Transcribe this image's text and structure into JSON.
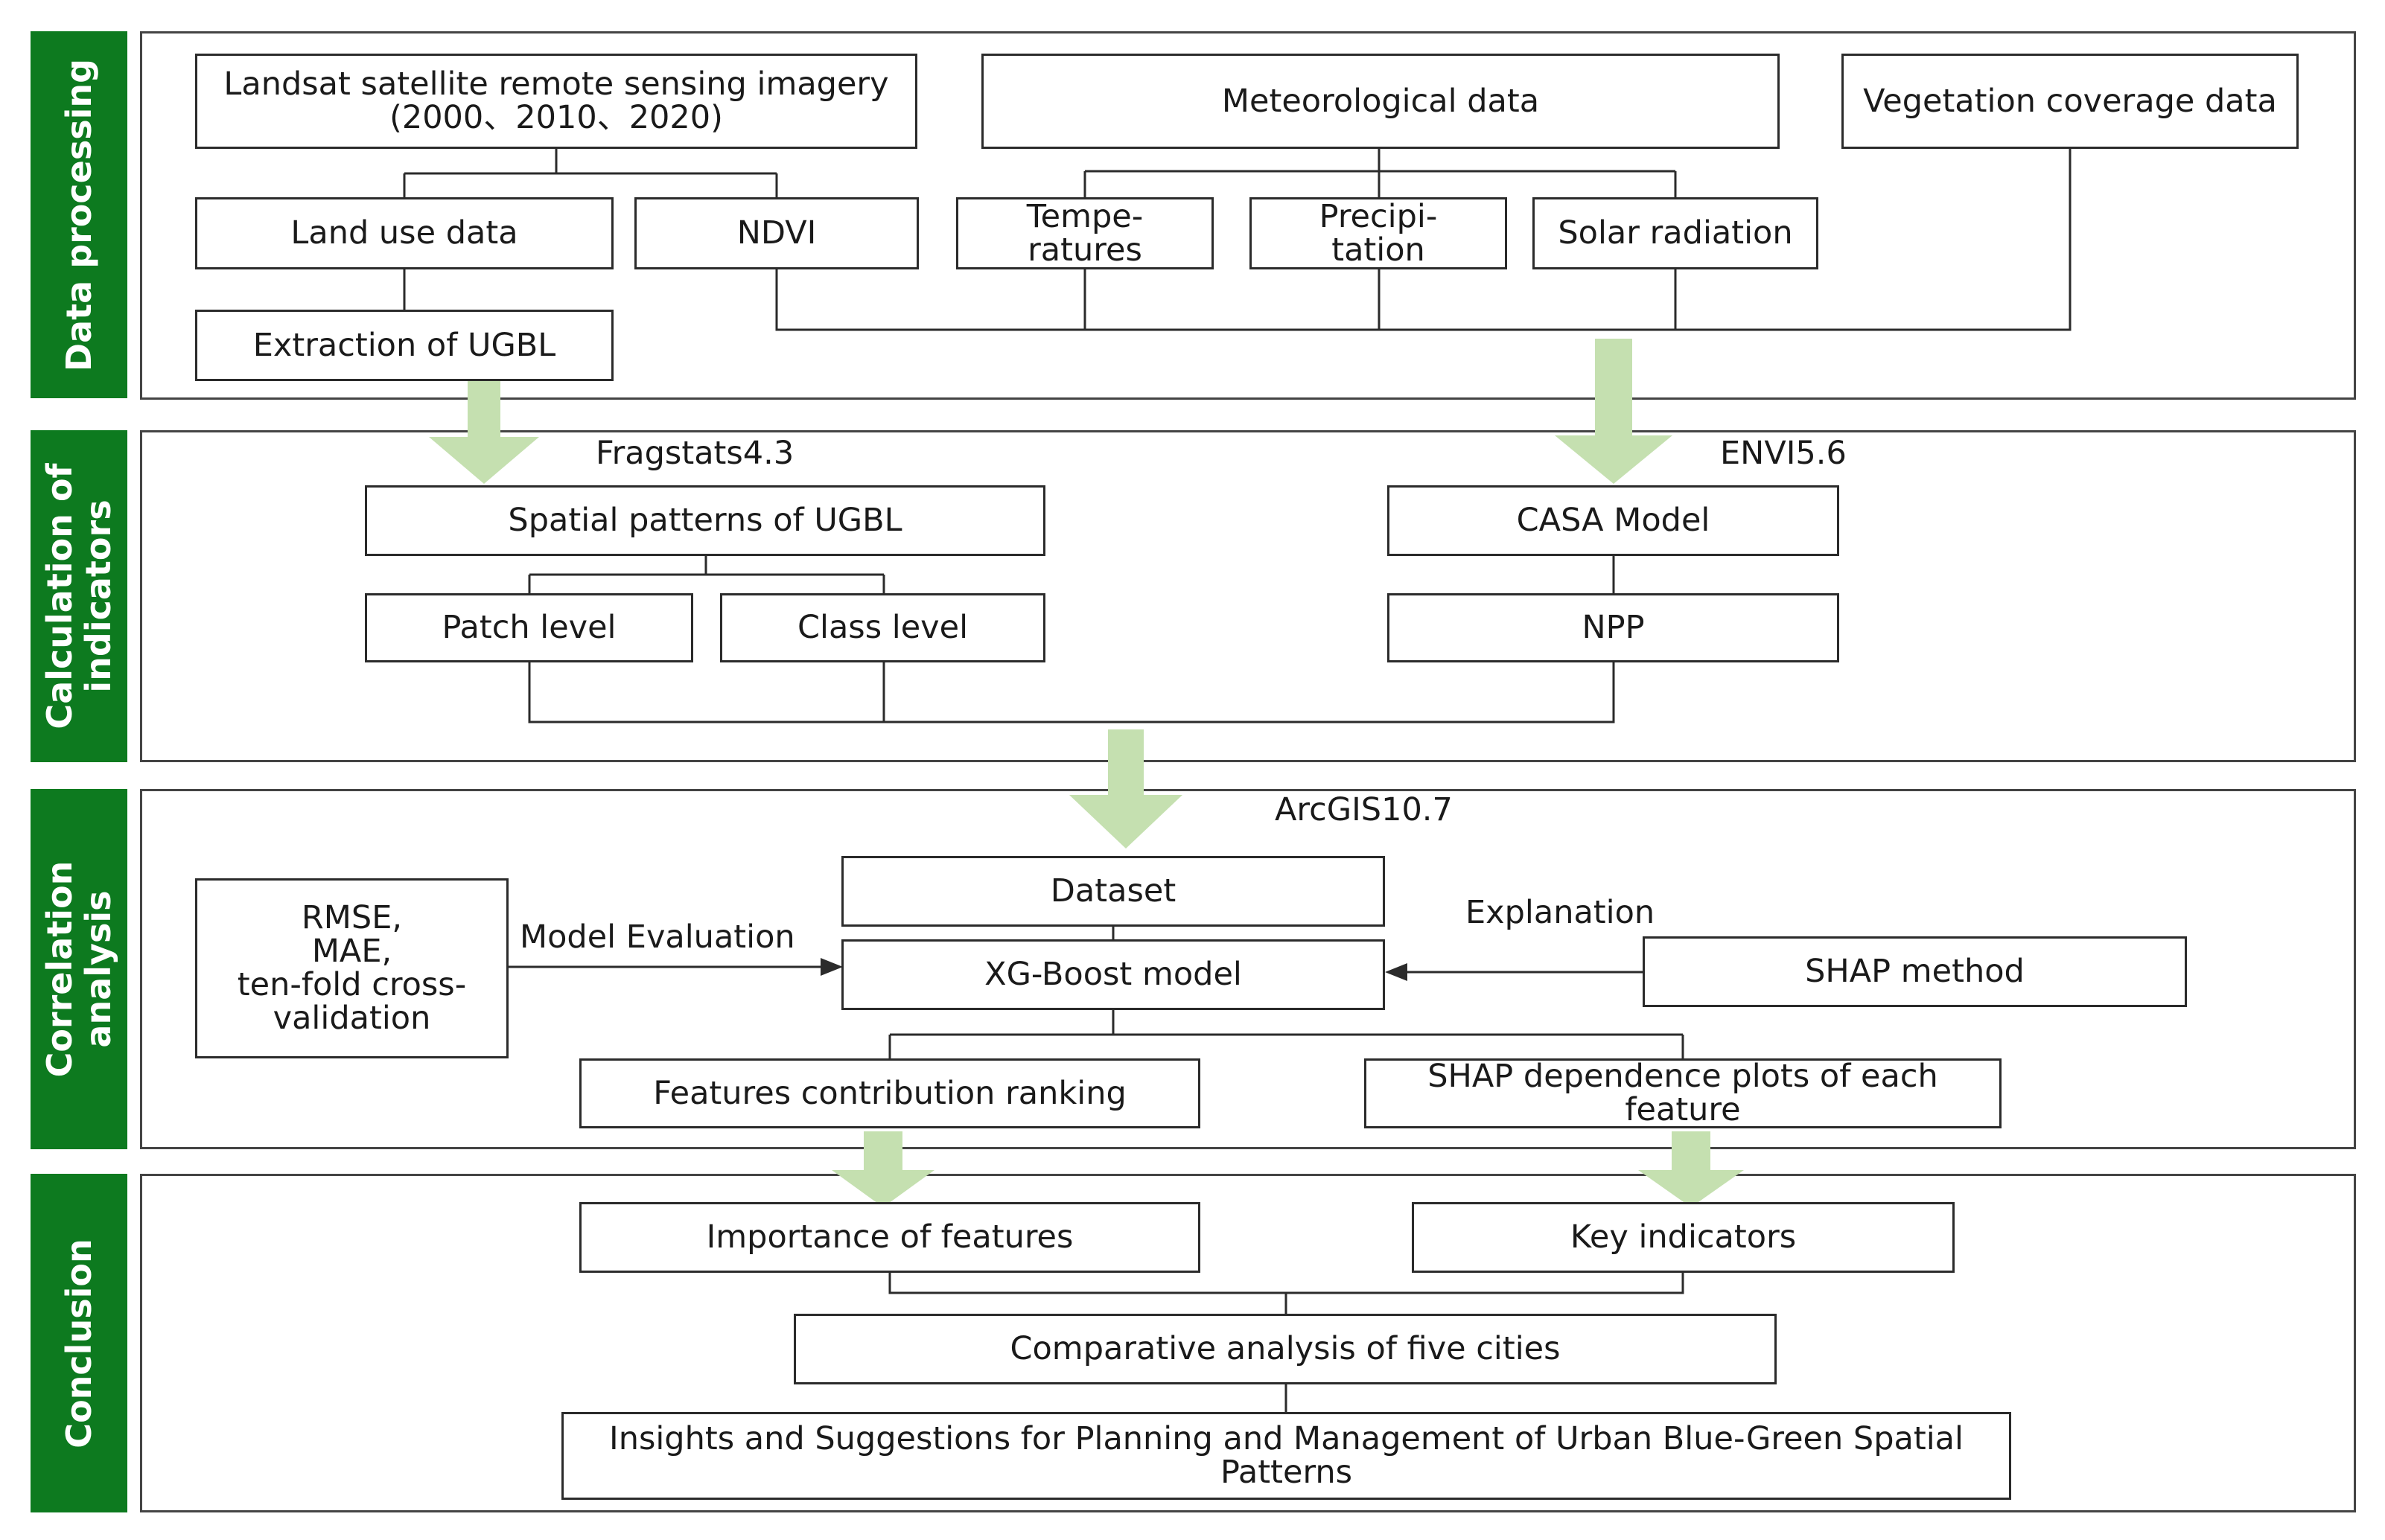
{
  "sections": {
    "data_processing": "Data processing",
    "calculation": "Calculation of\nindicators",
    "correlation": "Correlation\nanalysis",
    "conclusion": "Conclusion"
  },
  "boxes": {
    "landsat": "Landsat satellite remote sensing imagery\n(2000、2010、2020)",
    "meteorological": "Meteorological data",
    "vegetation": "Vegetation coverage data",
    "land_use": "Land use data",
    "ndvi": "NDVI",
    "temperatures": "Tempe-\nratures",
    "precipitation": "Precipi-\ntation",
    "solar": "Solar radiation",
    "extraction": "Extraction of UGBL",
    "spatial_patterns": "Spatial patterns of UGBL",
    "patch_level": "Patch level",
    "class_level": "Class level",
    "casa": "CASA Model",
    "npp": "NPP",
    "dataset": "Dataset",
    "xgboost": "XG-Boost model",
    "metrics": "RMSE,\nMAE,\nten-fold cross-\nvalidation",
    "shap_method": "SHAP method",
    "features_ranking": "Features contribution ranking",
    "shap_plots": "SHAP dependence plots of each\nfeature",
    "importance": "Importance of features",
    "key_indicators": "Key indicators",
    "comparative": "Comparative analysis of five cities",
    "insights": "Insights and Suggestions for Planning and Management of Urban Blue-Green Spatial\nPatterns"
  },
  "labels": {
    "fragstats": "Fragstats4.3",
    "envi": "ENVI5.6",
    "arcgis": "ArcGIS10.7",
    "model_evaluation": "Model Evaluation",
    "explanation": "Explanation"
  },
  "colors": {
    "sidebar": "#0d7a1f",
    "arrow": "#c5e0b0",
    "border": "#2b2b2b"
  }
}
